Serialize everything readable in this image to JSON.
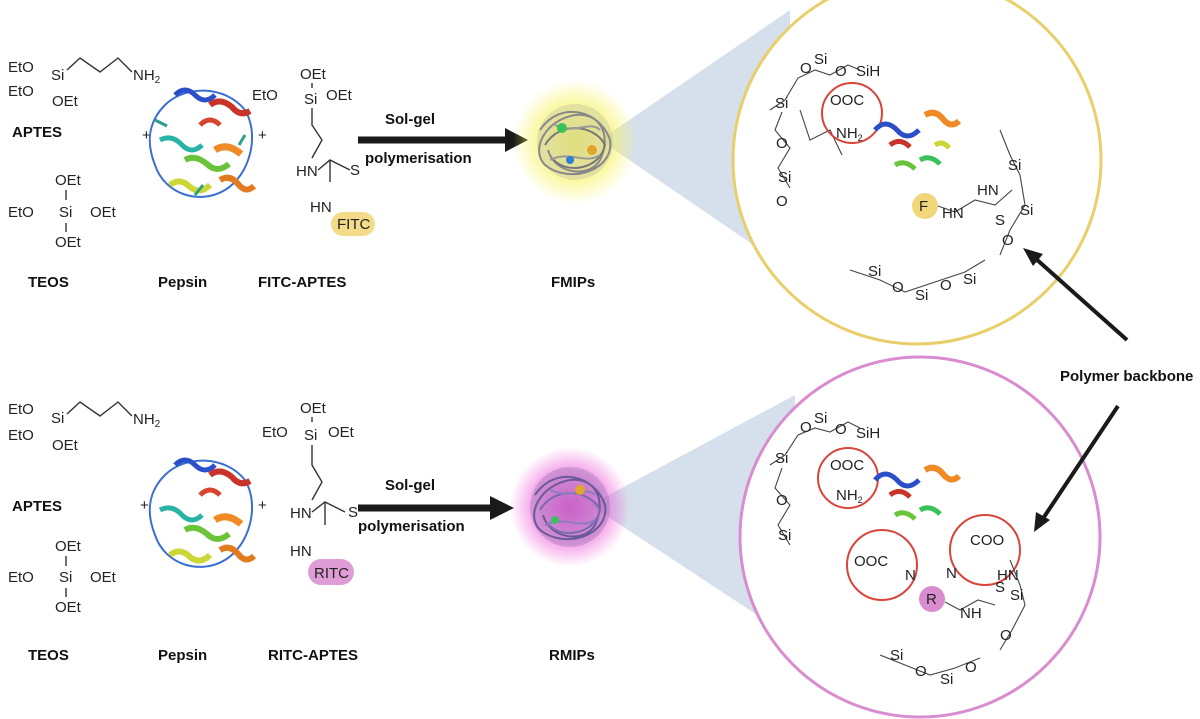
{
  "top_row": {
    "labels": {
      "aptes": "APTES",
      "teos": "TEOS",
      "pepsin": "Pepsin",
      "dye_apts": "FITC-APTES",
      "product": "FMIPs"
    },
    "plus": "+",
    "dye": "FITC",
    "dye_color": "#f2c94c",
    "arrow_text_1": "Sol-gel",
    "arrow_text_2": "polymerisation",
    "halo_color": "#f5f542",
    "circle_border": "#e8cf6a",
    "inset_dye_label": "F"
  },
  "bottom_row": {
    "labels": {
      "aptes": "APTES",
      "teos": "TEOS",
      "pepsin": "Pepsin",
      "dye_apts": "RITC-APTES",
      "product": "RMIPs"
    },
    "plus": "+",
    "dye": "RITC",
    "dye_color": "#d96fc9",
    "arrow_text_1": "Sol-gel",
    "arrow_text_2": "polymerisation",
    "halo_color": "#e84fd0",
    "circle_border": "#d98ccf",
    "inset_dye_label": "R"
  },
  "chem": {
    "eto": "EtO",
    "oet": "OEt",
    "si": "Si",
    "nh2": "NH",
    "sub2": "2",
    "hn": "HN",
    "s": "S",
    "o": "O",
    "sih": "SiH",
    "ooc": "OOC",
    "coo": "COO",
    "n": "N",
    "nh": "NH"
  },
  "annotation": {
    "polymer_backbone": "Polymer backbone"
  },
  "colors": {
    "arrow": "#1a1a1a",
    "highlight_red": "#d9443a",
    "funnel": "#c8d6e5"
  }
}
